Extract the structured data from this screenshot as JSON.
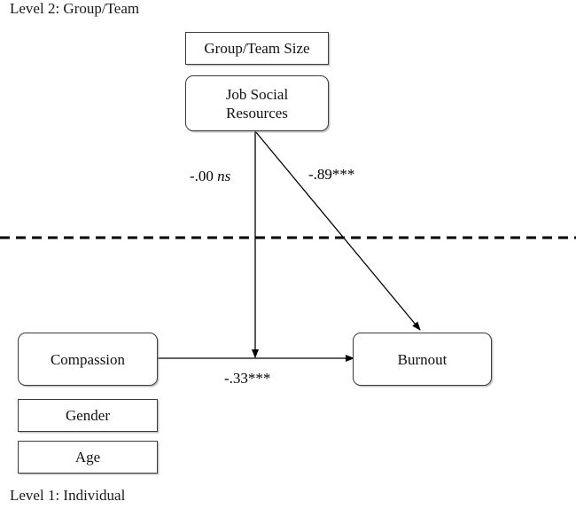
{
  "diagram": {
    "title_top": "Level 2: Group/Team",
    "title_bottom": "Level 1: Individual",
    "divider": {
      "name": "level-divider",
      "style": "dashed",
      "color": "#000000"
    },
    "nodes": [
      {
        "id": "group-team-size",
        "label": "Group/Team Size",
        "level": "Level 2: Group/Team",
        "shape": "rectangle"
      },
      {
        "id": "job-social-resources",
        "label": "Job Social\nResources",
        "line1": "Job Social",
        "line2": "Resources",
        "level": "Level 2: Group/Team",
        "shape": "rounded-rectangle"
      },
      {
        "id": "compassion",
        "label": "Compassion",
        "level": "Level 1: Individual",
        "shape": "rounded-rectangle"
      },
      {
        "id": "burnout",
        "label": "Burnout",
        "level": "Level 1: Individual",
        "shape": "rounded-rectangle"
      },
      {
        "id": "gender",
        "label": "Gender",
        "level": "Level 1: Individual",
        "shape": "rectangle"
      },
      {
        "id": "age",
        "label": "Age",
        "level": "Level 1: Individual",
        "shape": "rectangle"
      }
    ],
    "paths": [
      {
        "id": "jsr-to-compassion-burnout",
        "from": "job-social-resources",
        "to": "compassion-burnout-path",
        "coefficient": "-.00",
        "significance": "ns",
        "significance_style": "italic",
        "label_full": "-.00 ns"
      },
      {
        "id": "jsr-to-burnout",
        "from": "job-social-resources",
        "to": "burnout",
        "coefficient": "-.89",
        "significance": "***",
        "label_full": "-.89***"
      },
      {
        "id": "compassion-to-burnout",
        "from": "compassion",
        "to": "burnout",
        "coefficient": "-.33",
        "significance": "***",
        "label_full": "-.33***"
      }
    ]
  }
}
